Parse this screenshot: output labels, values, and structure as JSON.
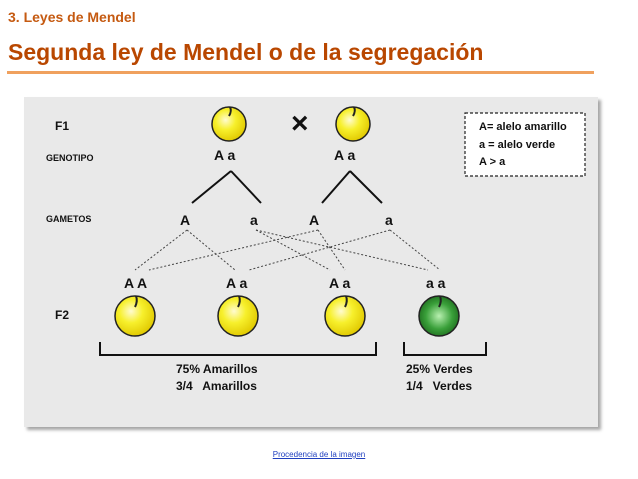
{
  "header": {
    "section": "3. Leyes de Mendel",
    "title": "Segunda ley de Mendel o de la segregación"
  },
  "diagram": {
    "f1_label": "F1",
    "cross_symbol": "×",
    "genotype_label": "GENOTIPO",
    "parent1_genotype": "A a",
    "parent2_genotype": "A a",
    "gametes_label": "GAMETOS",
    "gametes": [
      "A",
      "a",
      "A",
      "a"
    ],
    "f2_label": "F2",
    "f2_genotypes": [
      "A A",
      "A a",
      "A a",
      "a a"
    ],
    "legend": {
      "line1": "A= alelo amarillo",
      "line2": "a = alelo verde",
      "line3": "A > a"
    },
    "result_yellow": {
      "line1": "75% Amarillos",
      "line2": "3/4   Amarillos"
    },
    "result_green": {
      "line1": "25% Verdes",
      "line2": "1/4   Verdes"
    },
    "colors": {
      "yellow": "#f5ef1a",
      "green": "#2f8f2f",
      "panel": "#e9e9e9"
    }
  },
  "footer": {
    "credit": "Procedencia de la imagen"
  }
}
